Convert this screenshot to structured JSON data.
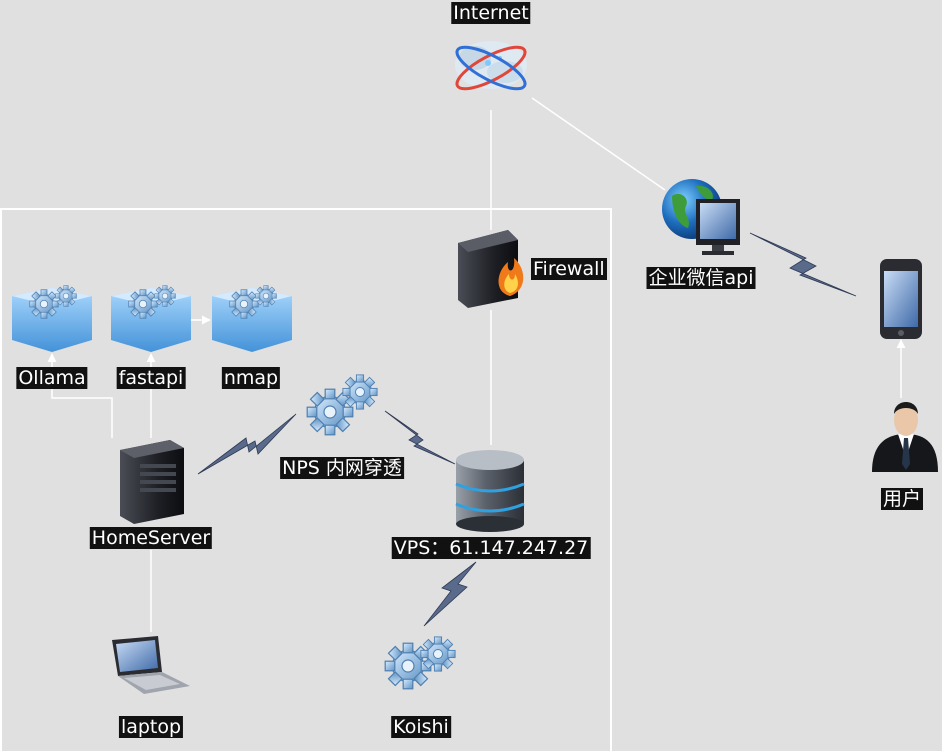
{
  "nodes": {
    "internet": {
      "label": "Internet",
      "icon": "internet-cloud-icon"
    },
    "firewall": {
      "label": "Firewall",
      "icon": "firewall-icon"
    },
    "wecom_api": {
      "label": "企业微信api",
      "icon": "globe-monitor-icon"
    },
    "phone": {
      "label": "",
      "icon": "smartphone-icon"
    },
    "user": {
      "label": "用户",
      "icon": "user-icon"
    },
    "ollama": {
      "label": "Ollama",
      "icon": "service-box-gears-icon"
    },
    "fastapi": {
      "label": "fastapi",
      "icon": "service-box-gears-icon"
    },
    "nmap": {
      "label": "nmap",
      "icon": "service-box-gears-icon"
    },
    "nps": {
      "label": "NPS 内网穿透",
      "icon": "gears-icon"
    },
    "homeserver": {
      "label": "HomeServer",
      "icon": "server-tower-icon"
    },
    "vps": {
      "label": "VPS：61.147.247.27",
      "icon": "database-icon"
    },
    "laptop": {
      "label": "laptop",
      "icon": "laptop-icon"
    },
    "koishi": {
      "label": "Koishi",
      "icon": "gears-icon"
    }
  },
  "colors": {
    "background": "#e0e0e0",
    "boundary": "#ffffff",
    "link": "#ffffff",
    "wireless": "#4a5a7a",
    "label_bg": "#111111",
    "label_text": "#ffffff"
  }
}
